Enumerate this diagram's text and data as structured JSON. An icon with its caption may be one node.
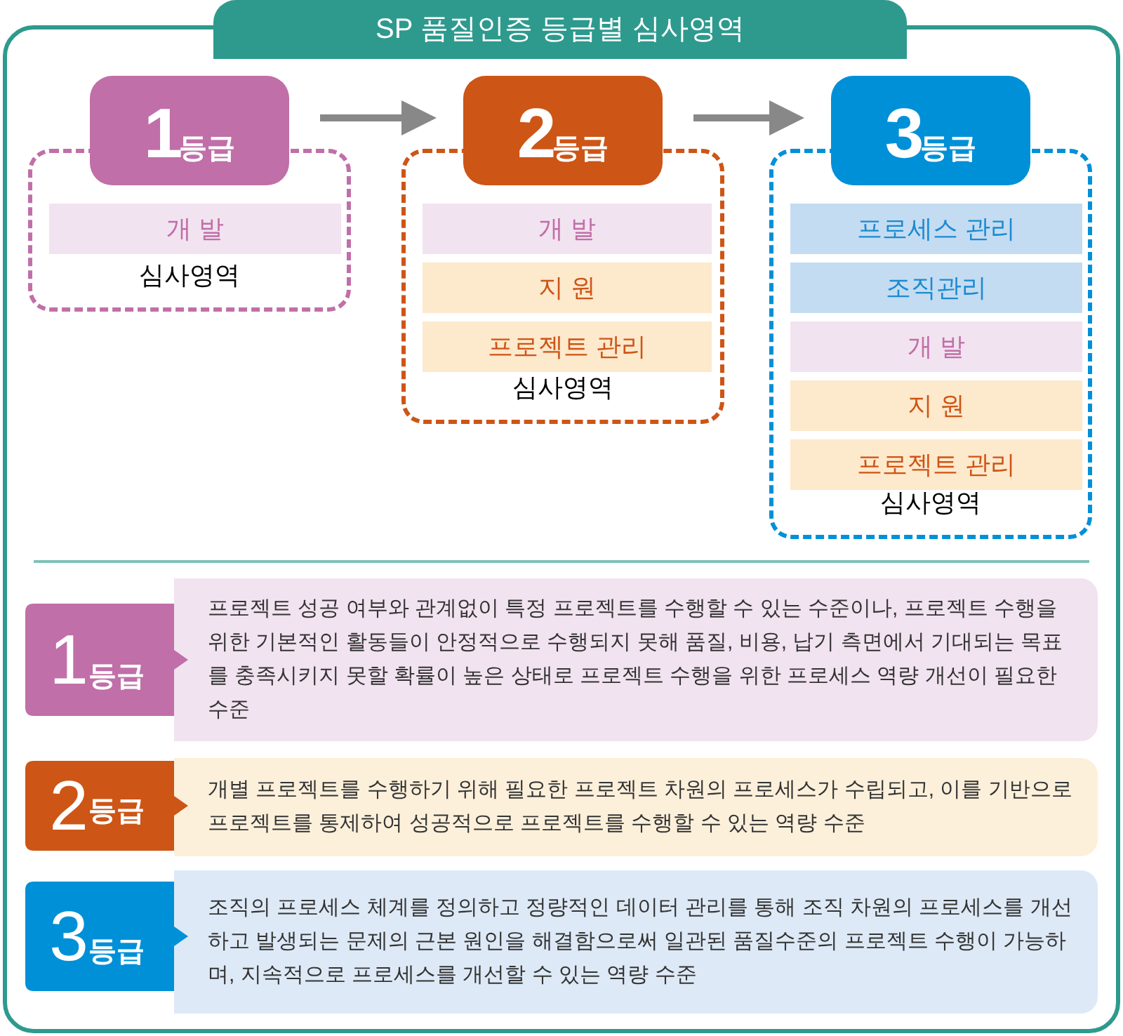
{
  "diagram": {
    "title": "SP 품질인증 등급별 심사영역",
    "nodes": [
      {
        "text": [
          "1",
          "등급"
        ]
      },
      {
        "text": [
          "심사영역"
        ]
      },
      {
        "text": [
          "개 발"
        ],
        "in": 1
      },
      {
        "text": [
          "2",
          "등급"
        ]
      },
      {
        "text": [
          "심사영역"
        ]
      },
      {
        "text": [
          "개 발"
        ],
        "in": 4
      },
      {
        "text": [
          "지 원"
        ],
        "in": 4
      },
      {
        "text": [
          "프로젝트 관리"
        ],
        "in": 4
      },
      {
        "text": [
          "3",
          "등급"
        ]
      },
      {
        "text": [
          "심사영역"
        ]
      },
      {
        "text": [
          "프로세스 관리"
        ],
        "in": 9
      },
      {
        "text": [
          "조직관리"
        ],
        "in": 9
      },
      {
        "text": [
          "개 발"
        ],
        "in": 9
      },
      {
        "text": [
          "지 원"
        ],
        "in": 9
      },
      {
        "text": [
          "프로젝트 관리"
        ],
        "in": 9
      },
      {
        "text": [
          "1",
          "등급"
        ]
      },
      {
        "text": [
          "프로젝트 성공 여부와 관계없이 특정 프로젝트를 수행할 수 있는 수준이나, 프로젝트 수행을 위한 기본적인 활동들이 안정적으로 수행되지 못해 품질, 비용, 납기 측면에서 기대되는 목표를 충족시키지 못할 확률이 높은 상태로 프로젝트 수행을 위한 프로세스 역량 개선이 필요한 수준"
        ]
      },
      {
        "text": [
          "2",
          "등급"
        ]
      },
      {
        "text": [
          "개별 프로젝트를 수행하기 위해 필요한 프로젝트 차원의 프로세스가 수립되고, 이를 기반으로 프로젝트를 통제하여 성공적으로 프로젝트를 수행할 수 있는 역량 수준"
        ]
      },
      {
        "text": [
          "3",
          "등급"
        ]
      },
      {
        "text": [
          "조직의 프로세스 체계를 정의하고 정량적인 데이터 관리를 통해 조직 차원의 프로세스를 개선하고 발생되는 문제의 근본 원인을 해결함으로써 일관된 품질수준의 프로젝트 수행이 가능하며, 지속적으로 프로세스를 개선할 수 있는 역량 수준"
        ]
      }
    ],
    "edges": [
      {
        "from": 0,
        "to": 3,
        "arrow": "to"
      },
      {
        "from": 3,
        "to": 8,
        "arrow": "to"
      }
    ]
  }
}
